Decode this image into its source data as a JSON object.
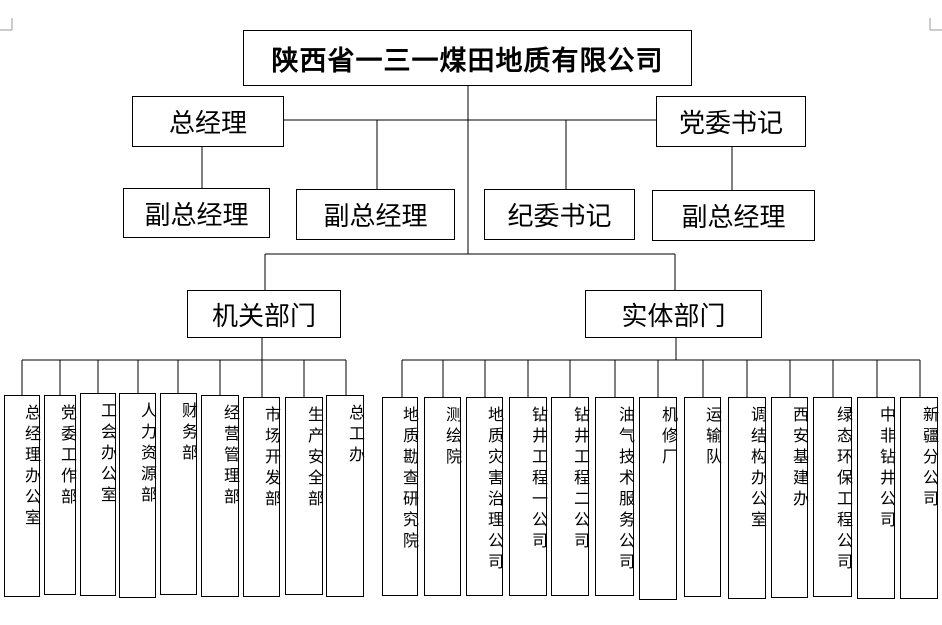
{
  "company": "陕西省一三一煤田地质有限公司",
  "gm": "总经理",
  "party_secretary": "党委书记",
  "deputy_gm_left": "副总经理",
  "deputy_gm_center": "副总经理",
  "discipline_secretary": "纪委书记",
  "deputy_gm_right": "副总经理",
  "admin_group": "机关部门",
  "entity_group": "实体部门",
  "admin_departments": [
    "总经理办公室",
    "党委工作部",
    "工会办公室",
    "人力资源部",
    "财务部",
    "经营管理部",
    "市场开发部",
    "生产安全部",
    "总工办"
  ],
  "entity_departments": [
    "地质勘查研究院",
    "测绘院",
    "地质灾害治理公司",
    "钻井工程一公司",
    "钻井工程二公司",
    "油气技术服务公司",
    "机修厂",
    "运输队",
    "调结构办公室",
    "西安基建办",
    "绿态环保工程公司",
    "中非钻井公司",
    "新疆分公司"
  ]
}
